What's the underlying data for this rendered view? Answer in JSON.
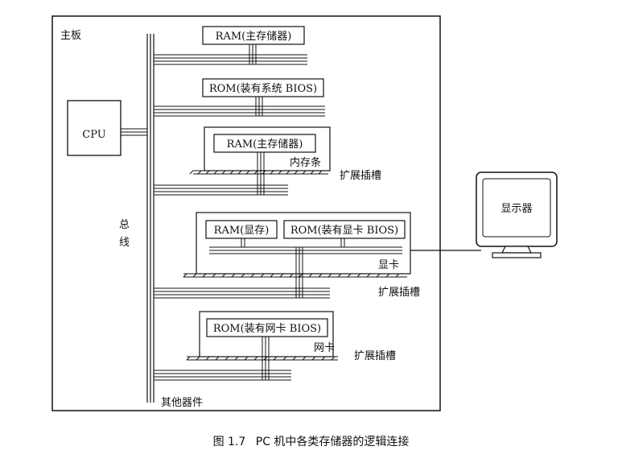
{
  "diagram": {
    "motherboard_label": "主板",
    "cpu_label": "CPU",
    "bus_label_1": "总",
    "bus_label_2": "线",
    "ram_main_label": "RAM(主存储器)",
    "rom_system_label": "ROM(装有系统 BIOS)",
    "dimm_ram_label": "RAM(主存储器)",
    "dimm_label": "内存条",
    "slot1_label": "扩展插槽",
    "vram_label": "RAM(显存)",
    "vga_rom_label": "ROM(装有显卡 BIOS)",
    "video_card_label": "显卡",
    "slot2_label": "扩展插槽",
    "net_rom_label": "ROM(装有网卡 BIOS)",
    "net_card_label": "网卡",
    "slot3_label": "扩展插槽",
    "other_devices_label": "其他器件",
    "monitor_label": "显示器"
  },
  "caption": {
    "figure_no": "图 1.7",
    "text": "PC 机中各类存储器的逻辑连接"
  }
}
